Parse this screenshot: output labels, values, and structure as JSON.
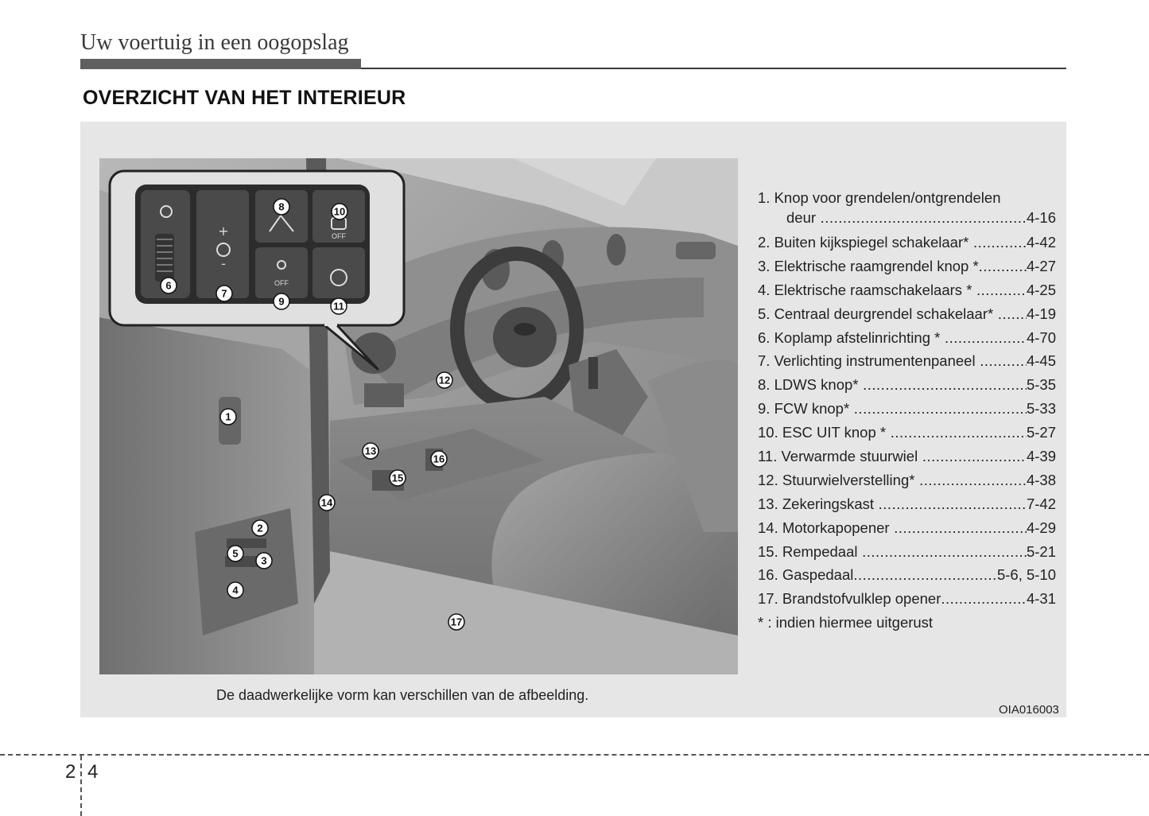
{
  "header": {
    "chapter_title": "Uw voertuig in een oogopslag",
    "section_title": "OVERZICHT VAN HET INTERIEUR"
  },
  "figure": {
    "caption": "De daadwerkelijke vorm kan verschillen van de afbeelding.",
    "code": "OIA016003",
    "callouts": [
      "1",
      "2",
      "3",
      "4",
      "5",
      "6",
      "7",
      "8",
      "9",
      "10",
      "11",
      "12",
      "13",
      "14",
      "15",
      "16",
      "17"
    ],
    "switch_labels": {
      "off_fcw": "OFF",
      "off_esc": "OFF"
    }
  },
  "legend": {
    "items": [
      {
        "label": "1. Knop voor grendelen/ontgrendelen",
        "label2": "deur",
        "page": "4-16"
      },
      {
        "label": "2. Buiten kijkspiegel schakelaar*",
        "page": "4-42"
      },
      {
        "label": "3. Elektrische raamgrendel knop *",
        "page": "4-27"
      },
      {
        "label": "4. Elektrische raamschakelaars *",
        "page": "4-25"
      },
      {
        "label": "5. Centraal deurgrendel schakelaar*",
        "page": "4-19"
      },
      {
        "label": "6. Koplamp afstelinrichting *",
        "page": "4-70"
      },
      {
        "label": "7.  Verlichting instrumentenpaneel",
        "page": "4-45"
      },
      {
        "label": "8.  LDWS knop*",
        "page": "5-35"
      },
      {
        "label": "9.  FCW knop*",
        "page": "5-33"
      },
      {
        "label": "10. ESC UIT knop *",
        "page": "5-27"
      },
      {
        "label": "11. Verwarmde stuurwiel",
        "page": "4-39"
      },
      {
        "label": "12. Stuurwielverstelling*",
        "page": "4-38"
      },
      {
        "label": "13. Zekeringskast",
        "page": "7-42"
      },
      {
        "label": "14. Motorkapopener",
        "page": "4-29"
      },
      {
        "label": "15. Rempedaal",
        "page": "5-21"
      },
      {
        "label": "16. Gaspedaal",
        "page": "5-6, 5-10"
      },
      {
        "label": "17. Brandstofvulklep opener",
        "page": "4-31"
      }
    ],
    "footnote": "* : indien hiermee uitgerust"
  },
  "footer": {
    "page_left": "2",
    "page_right": "4"
  }
}
